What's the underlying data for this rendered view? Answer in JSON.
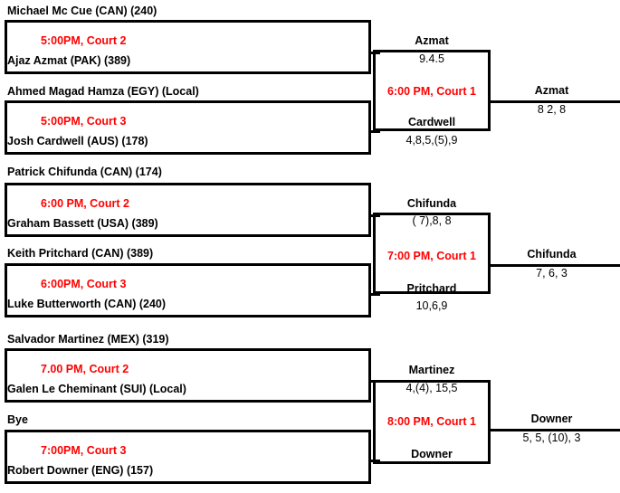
{
  "colors": {
    "time_red": "#ff0000",
    "line_black": "#000000",
    "background": "#ffffff"
  },
  "round1": {
    "matches": [
      {
        "top_player": "Michael Mc Cue (CAN) (240)",
        "time": "5:00PM, Court 2",
        "bottom_player": "Ajaz Azmat (PAK) (389)"
      },
      {
        "top_player": "Ahmed Magad Hamza (EGY) (Local)",
        "time": "5:00PM, Court 3",
        "bottom_player": "Josh Cardwell (AUS) (178)"
      },
      {
        "top_player": "Patrick Chifunda (CAN) (174)",
        "time": "6:00 PM, Court 2",
        "bottom_player": "Graham Bassett (USA) (389)"
      },
      {
        "top_player": "Keith Pritchard (CAN) (389)",
        "time": "6:00PM, Court 3",
        "bottom_player": "Luke Butterworth (CAN) (240)"
      },
      {
        "top_player": "Salvador Martinez (MEX) (319)",
        "time": "7.00 PM, Court 2",
        "bottom_player": "Galen Le Cheminant (SUI) (Local)"
      },
      {
        "top_player": "Bye",
        "time": "7:00PM, Court 3",
        "bottom_player": "Robert Downer (ENG) (157)"
      }
    ]
  },
  "round2": {
    "matches": [
      {
        "top_player": "Azmat",
        "top_score": "9.4.5",
        "time": "6:00 PM, Court 1",
        "bottom_player": "Cardwell",
        "bottom_score": "4,8,5,(5),9"
      },
      {
        "top_player": "Chifunda",
        "top_score": "( 7),8, 8",
        "time": "7:00 PM, Court 1",
        "bottom_player": "Pritchard",
        "bottom_score": "10,6,9"
      },
      {
        "top_player": "Martinez",
        "top_score": "4,(4), 15,5",
        "time": "8:00 PM, Court 1",
        "bottom_player": "Downer",
        "bottom_score": ""
      }
    ]
  },
  "round3": {
    "matches": [
      {
        "player": "Azmat",
        "score": "8 2, 8"
      },
      {
        "player": "Chifunda",
        "score": "7, 6, 3"
      },
      {
        "player": "Downer",
        "score": "5, 5, (10), 3"
      }
    ]
  }
}
